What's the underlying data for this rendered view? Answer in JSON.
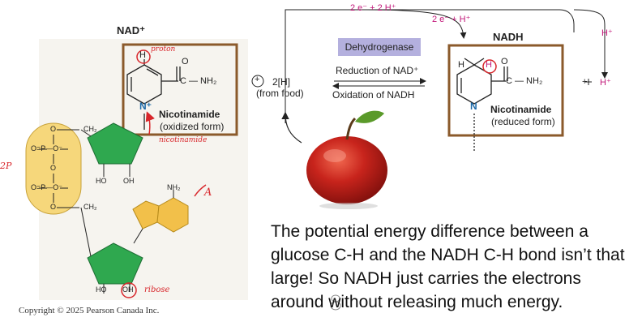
{
  "left_molecule": {
    "title": "NAD⁺",
    "nicotinamide_name": "Nicotinamide",
    "nicotinamide_state": "(oxidized form)",
    "annotation_proton": "proton",
    "annotation_nicotinamide": "nicotinamide",
    "annotation_ribose": "ribose",
    "annotation_adenine": "A",
    "annotation_phosphate": "2P"
  },
  "reaction": {
    "top_label": "2 e⁻ + 2 H⁺",
    "inner_label": "2 e⁻ + H⁺",
    "proton_label": "H⁺",
    "plus_proton": "H⁺",
    "enzyme": "Dehydrogenase",
    "forward": "Reduction of NAD⁺",
    "reverse": "Oxidation of NADH",
    "source_2h": "2[H]",
    "source_label": "(from food)"
  },
  "right_molecule": {
    "title": "NADH",
    "nicotinamide_name": "Nicotinamide",
    "nicotinamide_state": "(reduced form)"
  },
  "caption_lines": [
    "The potential energy difference between a",
    "glucose C-H and the NADH C-H bond isn’t that",
    "large!  So NADH just carries the electrons",
    "around without releasing much energy."
  ],
  "copyright": "Copyright © 2025 Pearson Canada Inc.",
  "colors": {
    "box_border": "#8b5a2b",
    "phosphate_fill": "#f6d77b",
    "ribose_fill": "#2fa84f",
    "adenine_fill": "#f2c04a",
    "annotation_red": "#d8262b",
    "proton_magenta": "#c2187a",
    "enzyme_fill": "#b4b0de",
    "apple_red": "#c8241c"
  }
}
